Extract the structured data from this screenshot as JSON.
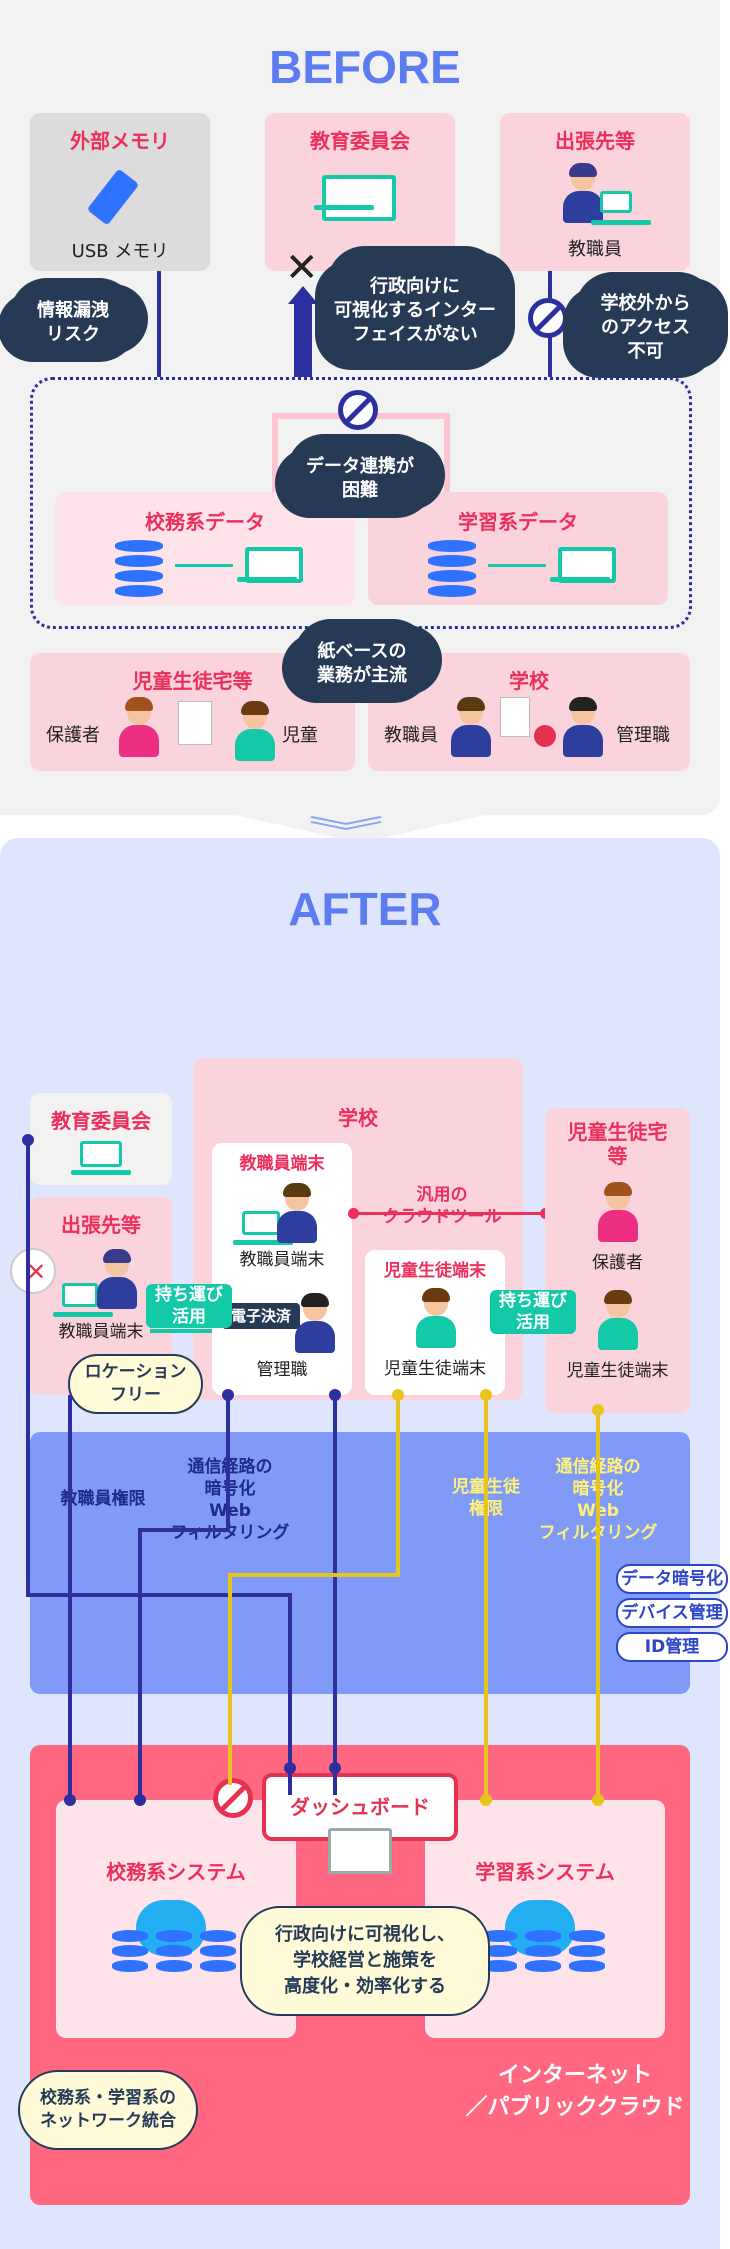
{
  "before": {
    "title": "BEFORE",
    "external_memory": {
      "title": "外部メモリ",
      "caption": "USB メモリ"
    },
    "board": {
      "title": "教育委員会"
    },
    "trip": {
      "title": "出張先等",
      "caption": "教職員"
    },
    "callout_leak": "情報漏洩\nリスク",
    "callout_visual": "行政向けに\n可視化するインター\nフェイスがない",
    "callout_access": "学校外から\nのアクセス\n不可",
    "callout_link": "データ連携が\n困難",
    "callout_paper": "紙ベースの\n業務が主流",
    "admin_data": "校務系データ",
    "learn_data": "学習系データ",
    "students": {
      "title": "児童生徒宅等",
      "guardian": "保護者",
      "child": "児童"
    },
    "school": {
      "title": "学校",
      "staff": "教職員",
      "manager": "管理職"
    }
  },
  "after": {
    "title": "AFTER",
    "board": {
      "title": "教育委員会"
    },
    "school": {
      "title": "学校"
    },
    "staff_terminal_head": "教職員端末",
    "staff_terminal": "教職員端末",
    "manager": "管理職",
    "esign": "電子決済",
    "cloud_tool": "汎用の\nクラウドツール",
    "student_terminal_head": "児童生徒端末",
    "student_terminal": "児童生徒端末",
    "home": {
      "title": "児童生徒宅\n等",
      "guardian": "保護者",
      "terminal": "児童生徒端末"
    },
    "trip": {
      "title": "出張先等",
      "terminal": "教職員端末"
    },
    "carry1": "持ち運び\n活用",
    "carry2": "持ち運び\n活用",
    "location_free": "ロケーション\nフリー",
    "staff_perm": "教職員権限",
    "enc_left": "通信経路の\n暗号化\nWeb\nフィルタリング",
    "student_perm": "児童生徒\n権限",
    "enc_right": "通信経路の\n暗号化\nWeb\nフィルタリング",
    "tags": [
      "データ暗号化",
      "デバイス管理",
      "ID管理"
    ],
    "dashboard": "ダッシュボード",
    "admin_system": "校務系システム",
    "learn_system": "学習系システム",
    "visualize": "行政向けに可視化し、\n学校経営と施策を\n高度化・効率化する",
    "cloud_label": "インターネット\n／パブリッククラウド",
    "integrate": "校務系・学習系の\nネットワーク統合"
  }
}
